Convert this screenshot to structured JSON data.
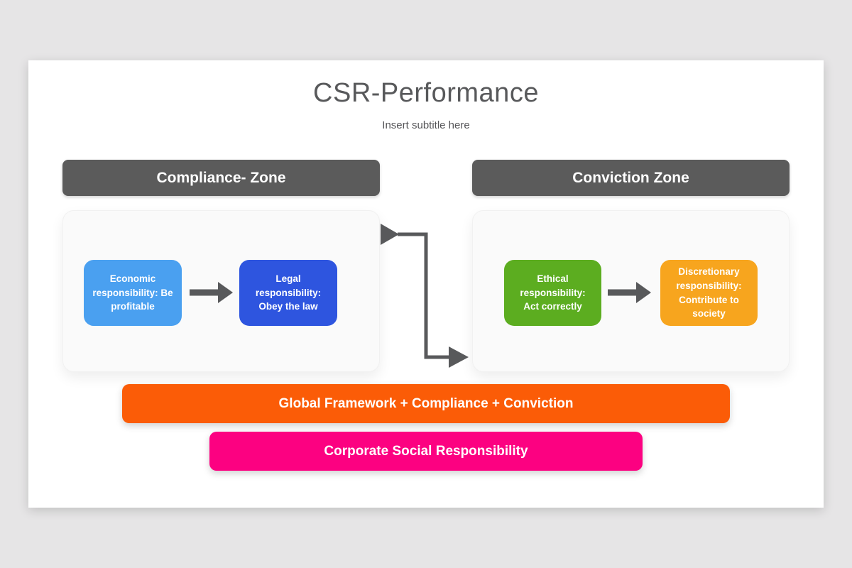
{
  "page": {
    "background_color": "#e6e5e6"
  },
  "slide": {
    "title": "CSR-Performance",
    "subtitle": "Insert subtitle here",
    "background_color": "#ffffff",
    "title_color": "#58595b"
  },
  "zones": [
    {
      "header": {
        "label": "Compliance- Zone",
        "color": "#5b5b5b"
      },
      "boxes": [
        {
          "label": "Economic responsibility: Be profitable",
          "color": "#4aa0f0"
        },
        {
          "label": "Legal responsibility: Obey the law",
          "color": "#2e55df"
        }
      ]
    },
    {
      "header": {
        "label": "Conviction Zone",
        "color": "#5b5b5b"
      },
      "boxes": [
        {
          "label": "Ethical responsibility: Act correctly",
          "color": "#5cad20"
        },
        {
          "label": "Discretionary responsibility: Contribute to society",
          "color": "#f7a51e"
        }
      ]
    }
  ],
  "bars": [
    {
      "label": "Global Framework + Compliance + Conviction",
      "color": "#fb5c07"
    },
    {
      "label": "Corporate Social Responsibility",
      "color": "#fc0181"
    }
  ],
  "connector": {
    "color": "#58595b"
  },
  "icons": {
    "flow_arrow": "right-arrow",
    "zone_connector": "elbow-arrow-right"
  }
}
